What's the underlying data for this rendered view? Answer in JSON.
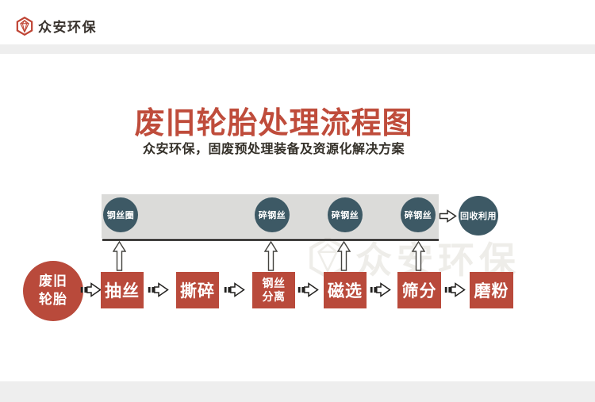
{
  "header": {
    "logo_text": "众安环保"
  },
  "hero": {
    "title": "废旧轮胎处理流程图",
    "subtitle": "众安环保，固废预处理装备及资源化解决方案"
  },
  "diagram": {
    "source": "废旧\n轮胎",
    "steps": [
      "抽丝",
      "撕碎",
      "钢丝\n分离",
      "磁选",
      "筛分",
      "磨粉"
    ],
    "bubbles": [
      "钢丝圈",
      "碎钢丝",
      "碎钢丝",
      "碎钢丝"
    ],
    "recycle": "回收利用"
  },
  "watermark": {
    "text": "众安环保"
  },
  "colors": {
    "accent_red": "#bf4c3b",
    "box_red": "#b94a3b",
    "slate_blue": "#3d5965",
    "bar_gray": "#dbdbd9",
    "band_gray": "#eeeeee",
    "line_dark": "#403f3d"
  }
}
